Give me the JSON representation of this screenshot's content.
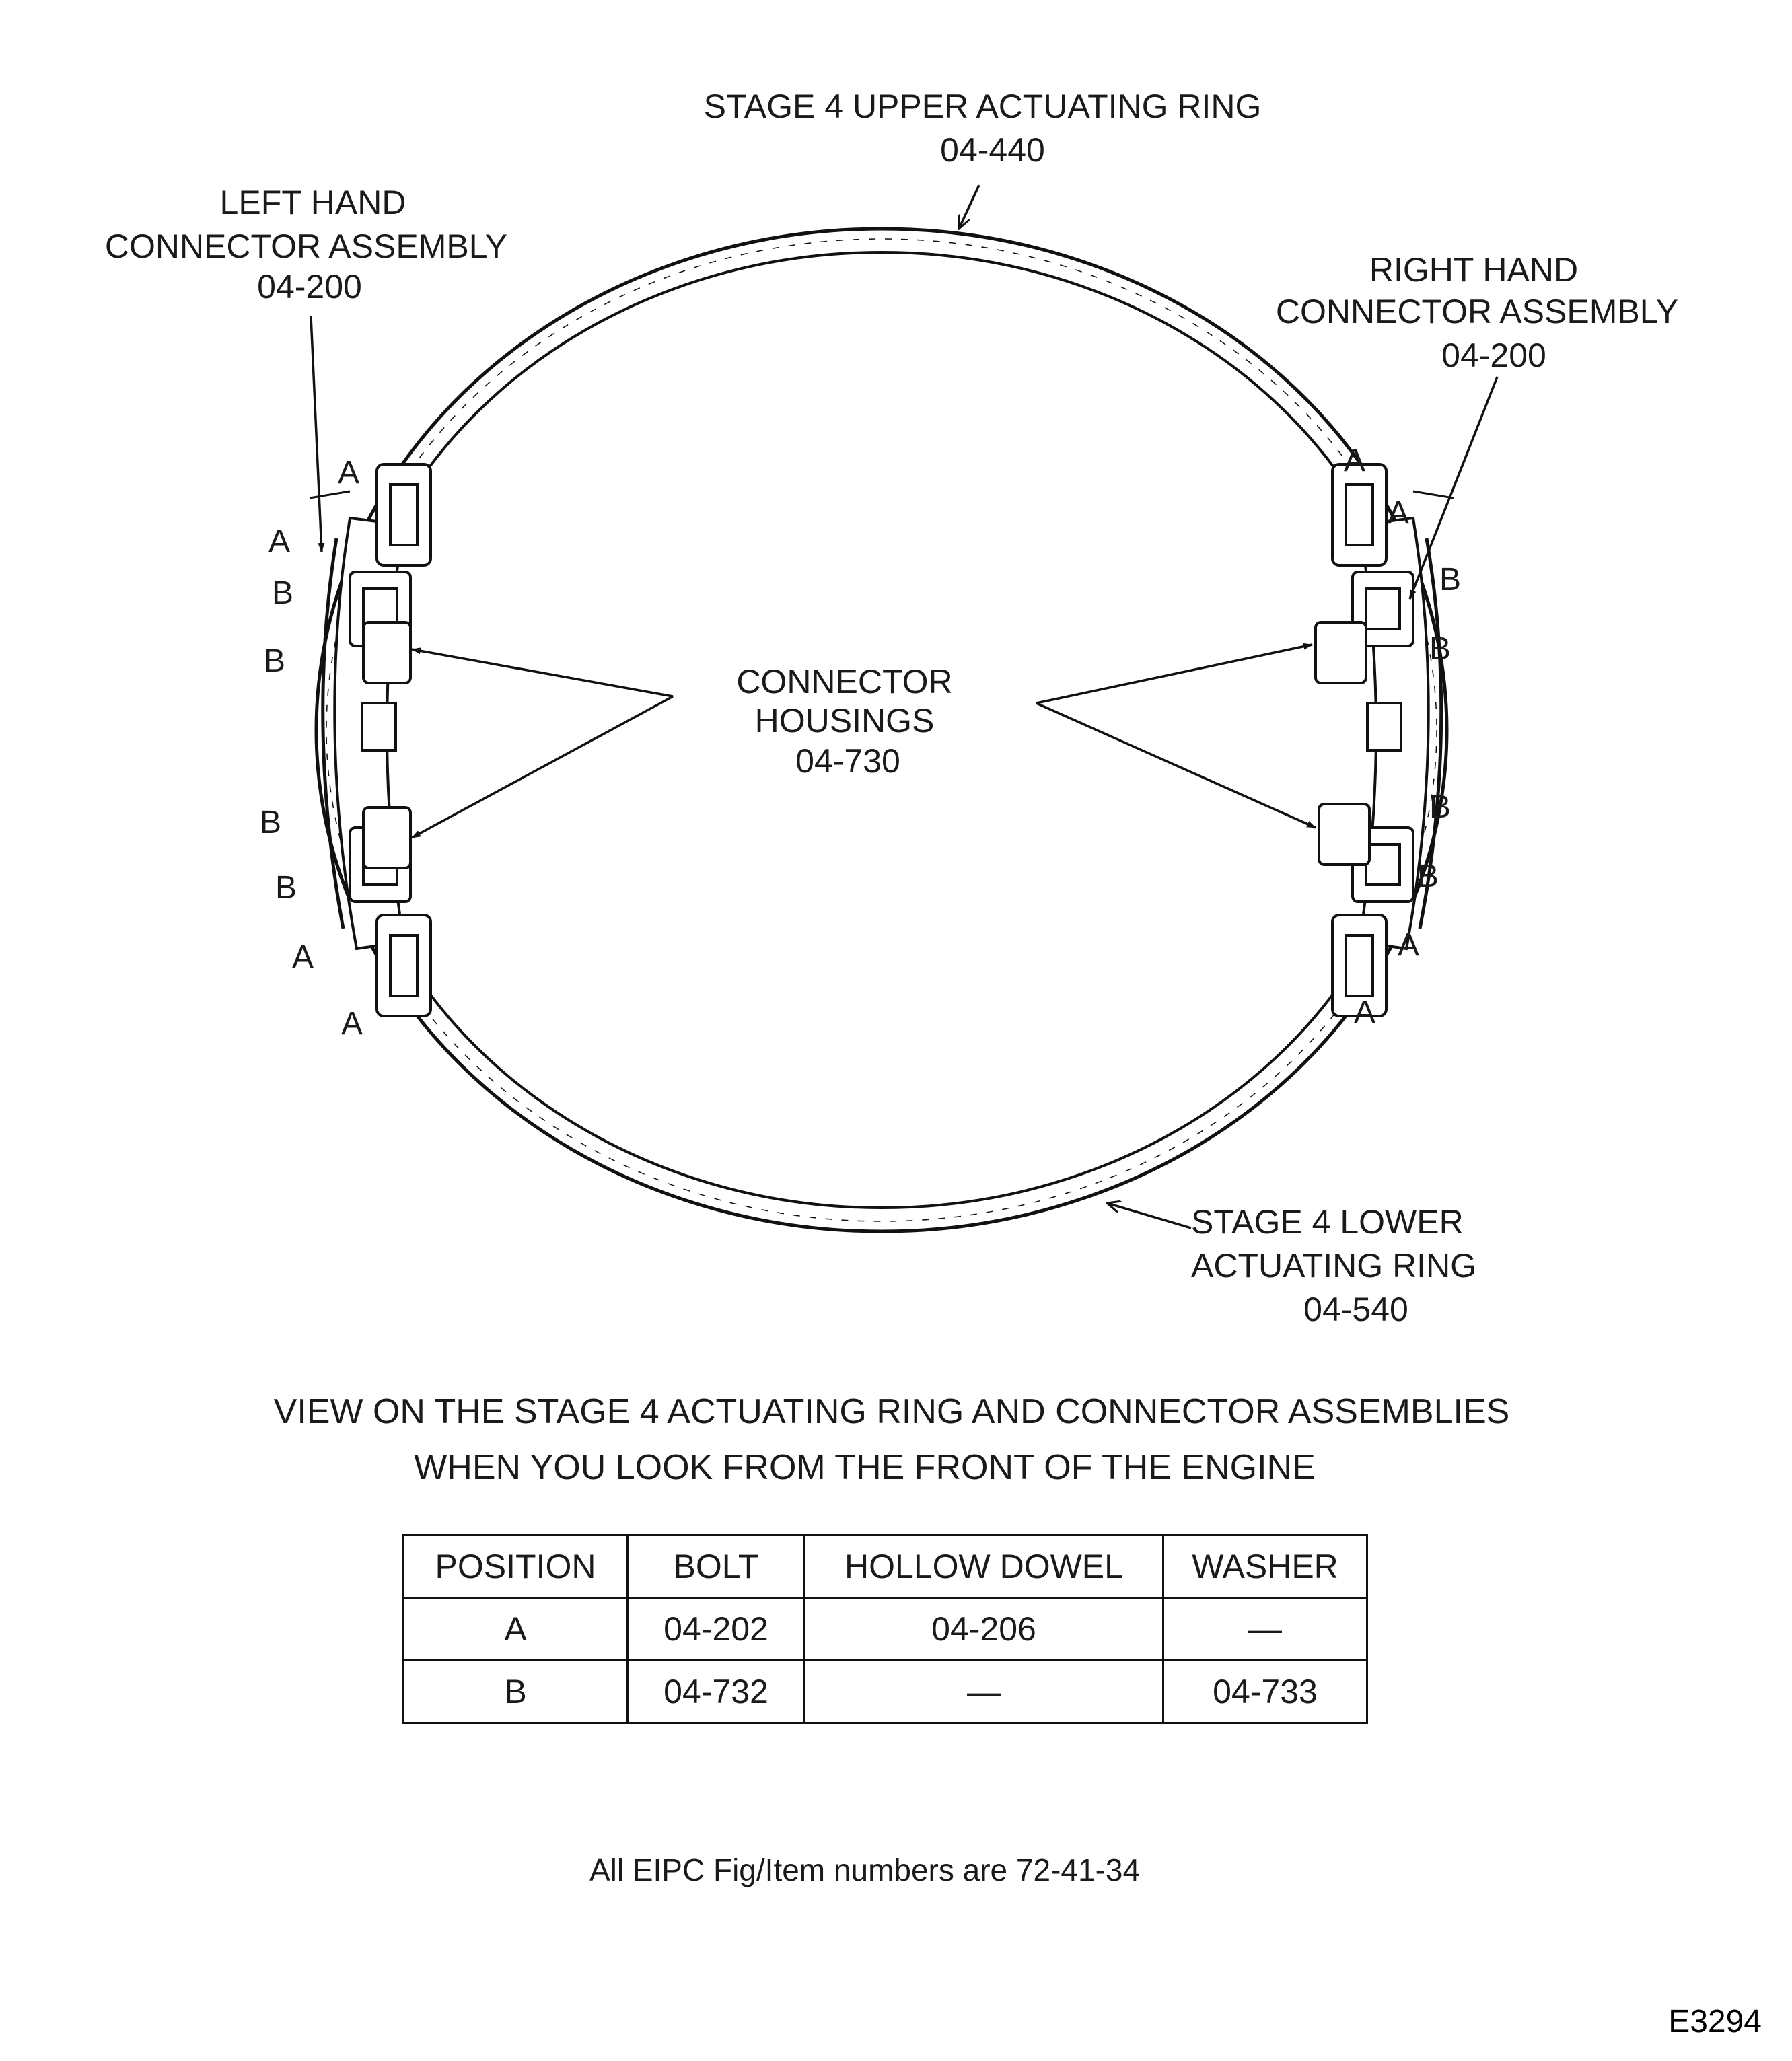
{
  "labels": {
    "upper_ring_name": "STAGE 4 UPPER ACTUATING RING",
    "upper_ring_ref": "04-440",
    "left_line1": "LEFT HAND",
    "left_line2": "CONNECTOR ASSEMBLY",
    "left_ref": "04-200",
    "right_line1": "RIGHT HAND",
    "right_line2": "CONNECTOR ASSEMBLY",
    "right_ref": "04-200",
    "housings_line1": "CONNECTOR",
    "housings_line2": "HOUSINGS",
    "housings_ref": "04-730",
    "lower_line1": "STAGE 4 LOWER",
    "lower_line2": "ACTUATING RING",
    "lower_ref": "04-540"
  },
  "positions": {
    "left": [
      "A",
      "A",
      "B",
      "B",
      "B",
      "B",
      "A",
      "A"
    ],
    "right": [
      "A",
      "A",
      "B",
      "B",
      "B",
      "B",
      "A",
      "A"
    ]
  },
  "caption": {
    "line1": "VIEW ON THE STAGE 4 ACTUATING RING AND CONNECTOR ASSEMBLIES",
    "line2": "WHEN YOU LOOK FROM THE FRONT OF THE ENGINE"
  },
  "table": {
    "headers": [
      "POSITION",
      "BOLT",
      "HOLLOW DOWEL",
      "WASHER"
    ],
    "rows": [
      [
        "A",
        "04-202",
        "04-206",
        "—"
      ],
      [
        "B",
        "04-732",
        "—",
        "04-733"
      ]
    ]
  },
  "note": "All EIPC Fig/Item numbers are 72-41-34",
  "figure_code": "E3294"
}
